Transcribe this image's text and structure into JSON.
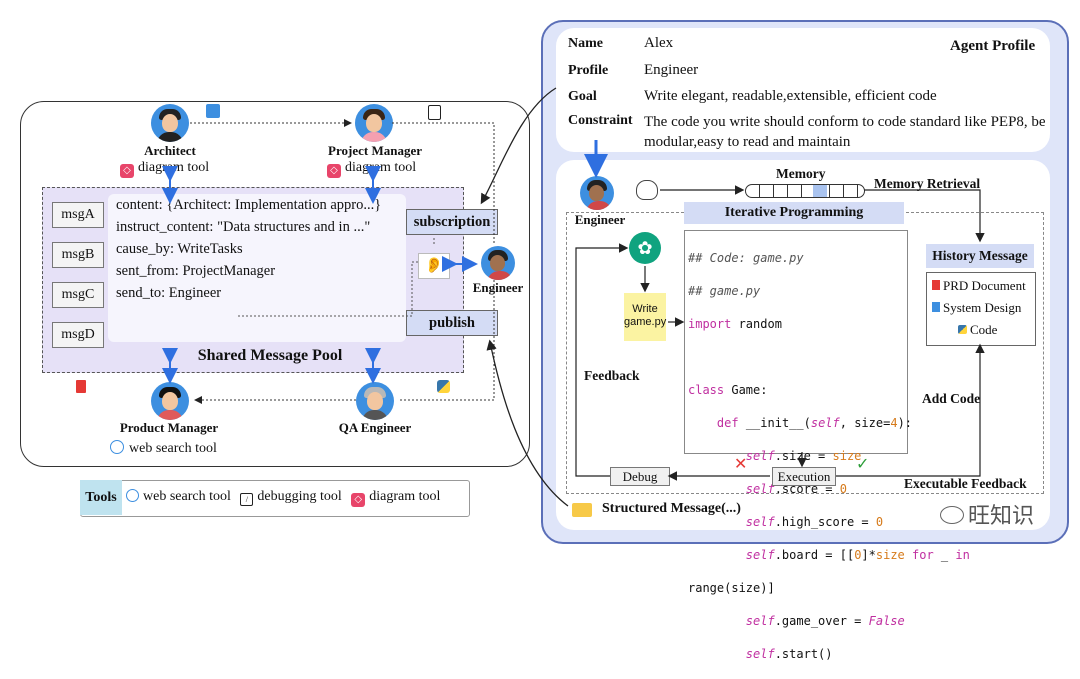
{
  "left": {
    "architect": {
      "name": "Architect",
      "tool": "diagram tool"
    },
    "project_manager": {
      "name": "Project Manager",
      "tool": "diagram tool"
    },
    "product_manager": {
      "name": "Product Manager",
      "tool": "web search tool"
    },
    "qa_engineer": {
      "name": "QA Engineer"
    },
    "engineer": {
      "name": "Engineer"
    },
    "pool_title": "Shared Message Pool",
    "msg_tags": [
      "msgA",
      "msgB",
      "msgC",
      "msgD"
    ],
    "message_lines": [
      "content: {Architect: Implementation appro...}",
      "instruct_content: \"Data structures and in ...\"",
      "cause_by: WriteTasks",
      "sent_from: ProjectManager",
      "send_to: Engineer"
    ],
    "subscription": "subscription",
    "publish": "publish"
  },
  "tools_legend": {
    "title": "Tools",
    "items": [
      "web search tool",
      "debugging tool",
      "diagram tool"
    ]
  },
  "profile": {
    "title": "Agent Profile",
    "rows": [
      {
        "key": "Name",
        "value": "Alex"
      },
      {
        "key": "Profile",
        "value": "Engineer"
      },
      {
        "key": "Goal",
        "value": "Write elegant, readable,extensible, efficient code"
      },
      {
        "key": "Constraint",
        "value": "The code you write should conform to code standard like PEP8, be modular,easy to read and maintain"
      }
    ]
  },
  "right": {
    "engineer": "Engineer",
    "memory": "Memory",
    "memory_retrieval": "Memory Retrieval",
    "iterative_programming": "Iterative Programming",
    "history_message": "History Message",
    "history_items": [
      "PRD Document",
      "System Design",
      "Code"
    ],
    "write_note": "Write game.py",
    "feedback": "Feedback",
    "add_code": "Add Code",
    "debug": "Debug",
    "execution": "Execution",
    "executable_feedback": "Executable Feedback",
    "structured_message": "Structured Message(...)",
    "watermark": "旺知识",
    "code_lines": [
      "## Code: game.py",
      "## game.py",
      "import random",
      "",
      "class Game:",
      "    def __init__(self, size=4):",
      "        self.size = size",
      "        self.score = 0",
      "        self.high_score = 0",
      "        self.board = [[0]*size for _ in",
      "range(size)]",
      "        self.game_over = False",
      "        self.start()"
    ]
  },
  "colors": {
    "pool_fill": "#e6e1f7",
    "panel_fill": "#dfe5f9",
    "box_fill": "#d4dcf5",
    "arrow_blue": "#2f6fe0",
    "note_yellow": "#fbf3a2",
    "avatar_blue": "#3d8fe0"
  }
}
